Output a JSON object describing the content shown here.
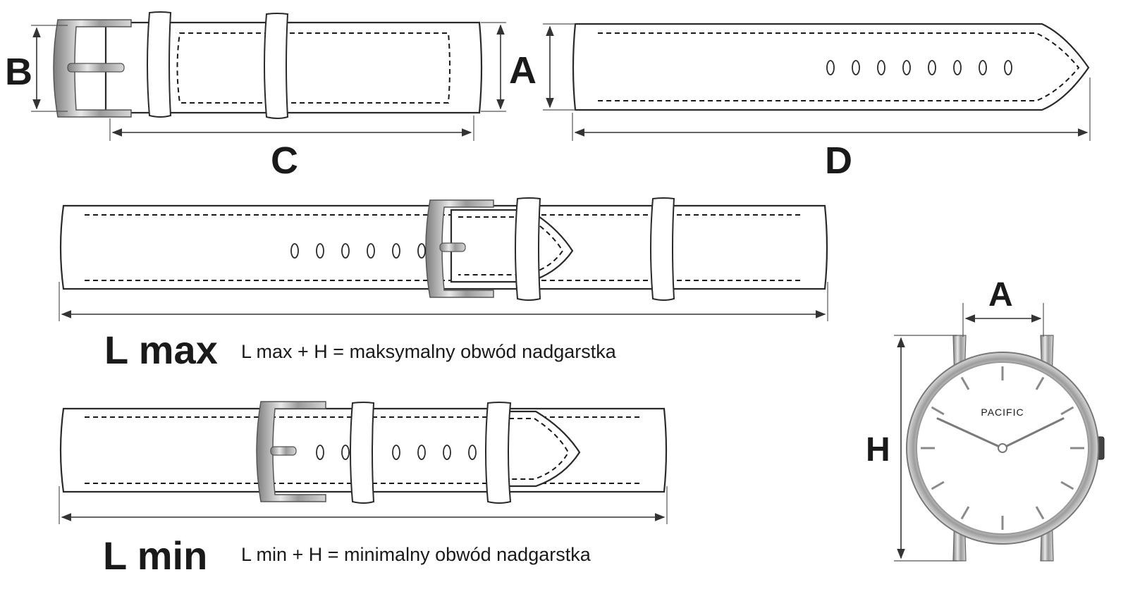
{
  "labels": {
    "a_top": "A",
    "b": "B",
    "c": "C",
    "d": "D",
    "a_watch": "A",
    "h": "H",
    "lmax": "L max",
    "lmin": "L min"
  },
  "captions": {
    "lmax": "L max + H  = maksymalny obwód nadgarstka",
    "lmin": "L min + H  = minimalny obwód nadgarstka"
  },
  "watch": {
    "brand": "PACIFIC"
  },
  "colors": {
    "metal": "#b9b9b9",
    "line": "#2a2a2a"
  }
}
